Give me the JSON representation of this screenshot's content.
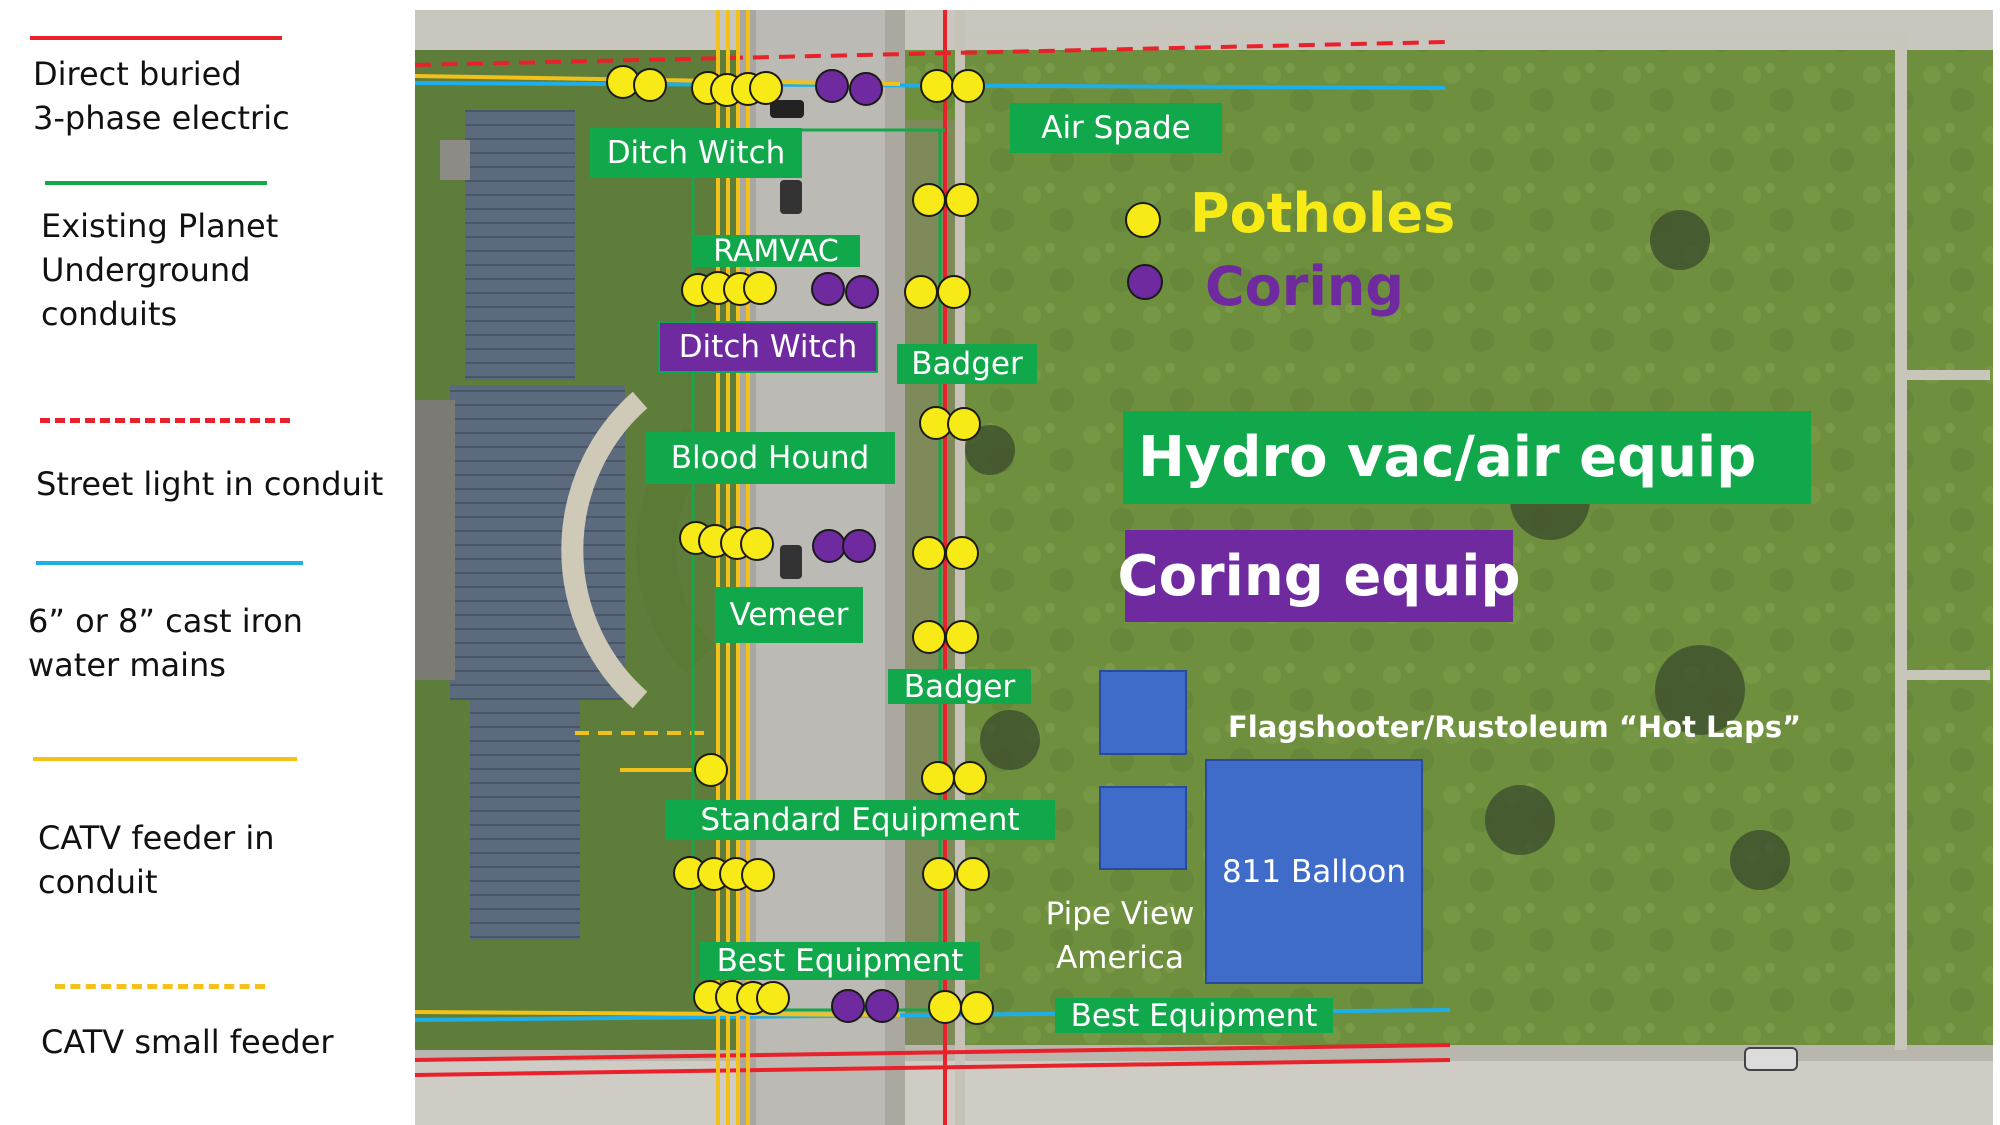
{
  "legend": [
    {
      "label": "Direct buried\n3-phase electric",
      "color": "#e8212a",
      "style": "solid"
    },
    {
      "label": "Existing Planet\nUnderground\nconduits",
      "color": "#14a84a",
      "style": "solid"
    },
    {
      "label": "Street light in conduit",
      "color": "#e8212a",
      "style": "dashed"
    },
    {
      "label": "6” or 8” cast iron\nwater mains",
      "color": "#1eaee8",
      "style": "solid"
    },
    {
      "label": "CATV feeder in\nconduit",
      "color": "#f2c21a",
      "style": "solid"
    },
    {
      "label": "CATV small feeder",
      "color": "#f2c21a",
      "style": "dashed"
    }
  ],
  "key": {
    "potholes": "Potholes",
    "coring": "Coring"
  },
  "equipment": {
    "air_spade": "Air Spade",
    "ditch_witch_1": "Ditch Witch",
    "ramvac": "RAMVAC",
    "ditch_witch_2": "Ditch Witch",
    "badger_1": "Badger",
    "blood_hound": "Blood Hound",
    "vemeer": "Vemeer",
    "badger_2": "Badger",
    "standard_equipment": "Standard Equipment",
    "best_equipment_1": "Best Equipment",
    "best_equipment_2": "Best Equipment",
    "hydro_vac": "Hydro vac/air equip",
    "coring_equip": "Coring equip",
    "flagshooter": "Flagshooter/Rustoleum “Hot Laps”",
    "balloon": "811 Balloon",
    "pipe_view": "Pipe View\nAmerica"
  },
  "colors": {
    "pothole": "#f7ea16",
    "coring": "#6f2aa0",
    "label_green": "#11a84c",
    "booth_blue": "#3f6bc9"
  }
}
